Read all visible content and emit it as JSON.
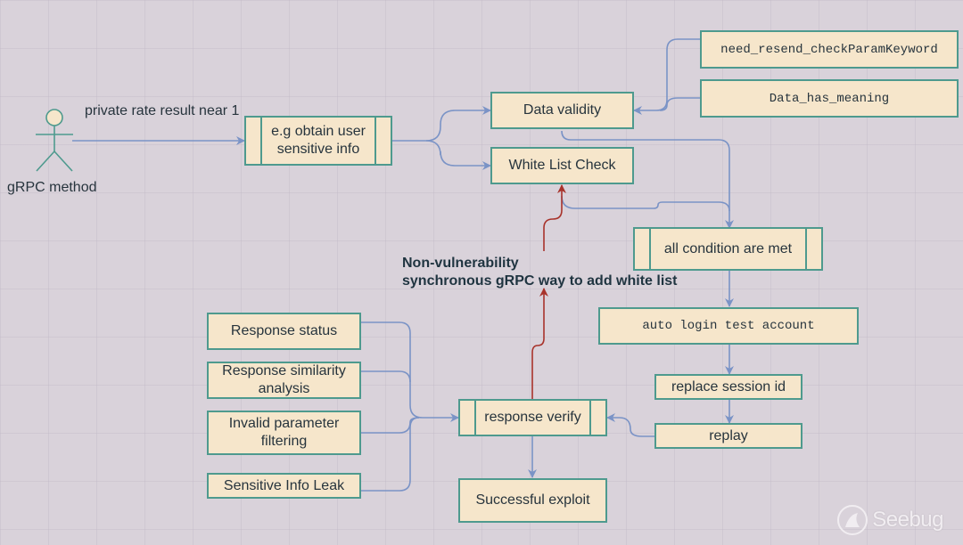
{
  "colors": {
    "background": "#d9d2da",
    "node_fill": "#f6e6cb",
    "node_border": "#4e9a8e",
    "edge_blue": "#7a93c6",
    "edge_red": "#a8332b",
    "text": "#27343d"
  },
  "actor": {
    "label": "gRPC method",
    "icon": "stick-figure-icon"
  },
  "edge_labels": {
    "actor_to_obtain": "private rate result near 1",
    "non_vuln_line1": "Non-vulnerability",
    "non_vuln_line2": "synchronous gRPC way to add white list"
  },
  "nodes": {
    "obtain_info": {
      "line1": "e.g obtain user",
      "line2": "sensitive info"
    },
    "data_validity": "Data validity",
    "white_list_check": "White List Check",
    "need_resend": "need_resend_checkParamKeyword",
    "data_has_meaning": "Data_has_meaning",
    "all_condition": "all condition are met",
    "auto_login": "auto login test account",
    "replace_session": "replace session id",
    "replay": "replay",
    "response_verify": "response verify",
    "successful_exploit": "Successful exploit",
    "response_status": "Response status",
    "response_similarity": {
      "line1": "Response similarity",
      "line2": "analysis"
    },
    "invalid_param": {
      "line1": "Invalid parameter",
      "line2": "filtering"
    },
    "sensitive_leak": "Sensitive Info Leak"
  },
  "watermark": {
    "text": "Seebug",
    "icon": "seebug-logo-icon"
  }
}
